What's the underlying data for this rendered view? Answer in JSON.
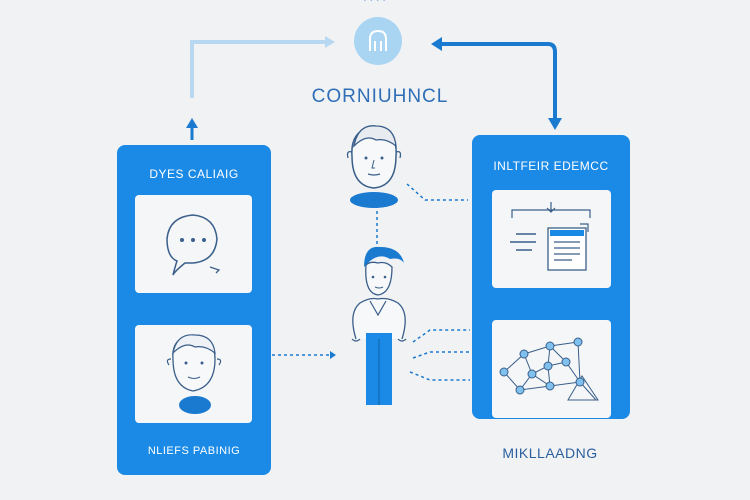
{
  "header": {
    "top_text": "• • • •",
    "title": "CORNIUHNCL"
  },
  "left_panel": {
    "title": "DYES CALIAIG",
    "footer": "NLIEFS PABINIG"
  },
  "right_panel": {
    "title": "INLTFEIR EDEMCC",
    "caption": "MIKLLAADNG"
  },
  "colors": {
    "primary": "#1a8ae6",
    "background": "#f1f2f4",
    "title_text": "#2f6fb7",
    "icon_line": "#3a5f8a"
  }
}
